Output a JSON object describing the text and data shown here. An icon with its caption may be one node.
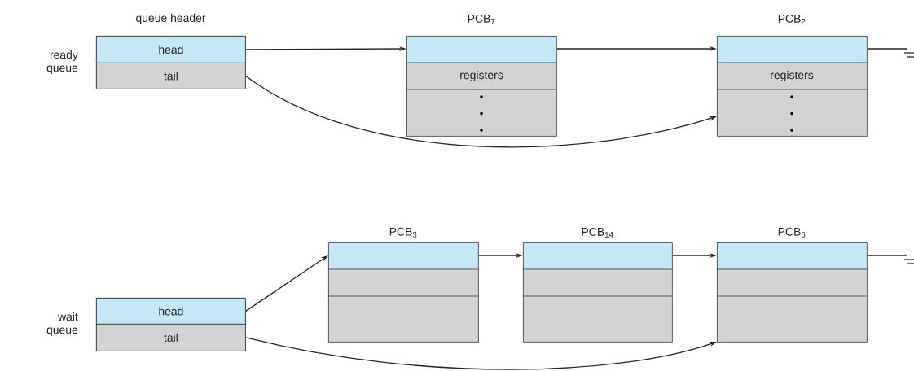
{
  "diagram": {
    "nodes": [
      {
        "text": [
          "queue header"
        ],
        "beside": [
          "ready queue"
        ]
      },
      {
        "text": [
          "head"
        ],
        "in": 0
      },
      {
        "text": [
          "tail"
        ],
        "in": 0
      },
      {
        "text": [
          "PCB$_{7}$",
          "registers"
        ]
      },
      {
        "text": [
          "PCB$_{2}$",
          "registers"
        ]
      },
      {
        "text": [],
        "shape": "box",
        "beside": [
          "wait queue"
        ]
      },
      {
        "text": [
          "head"
        ],
        "in": 5
      },
      {
        "text": [
          "tail"
        ],
        "in": 5
      },
      {
        "text": [
          "PCB$_{3}$"
        ]
      },
      {
        "text": [
          "PCB$_{14}$"
        ]
      },
      {
        "text": [
          "PCB$_{6}$"
        ]
      }
    ],
    "edges": [
      {
        "from": 1,
        "to": 3,
        "arrow": "to"
      },
      {
        "from": 2,
        "to": 4,
        "arrow": "to"
      },
      {
        "from": 3,
        "to": 4,
        "arrow": "to"
      },
      {
        "from": 4,
        "to": null,
        "arrow": "none"
      },
      {
        "from": 6,
        "to": 8,
        "arrow": "to"
      },
      {
        "from": 7,
        "to": 10,
        "arrow": "to"
      },
      {
        "from": 8,
        "to": 9,
        "arrow": "to"
      },
      {
        "from": 9,
        "to": 10,
        "arrow": "to"
      },
      {
        "from": 10,
        "to": null,
        "arrow": "none"
      }
    ]
  }
}
